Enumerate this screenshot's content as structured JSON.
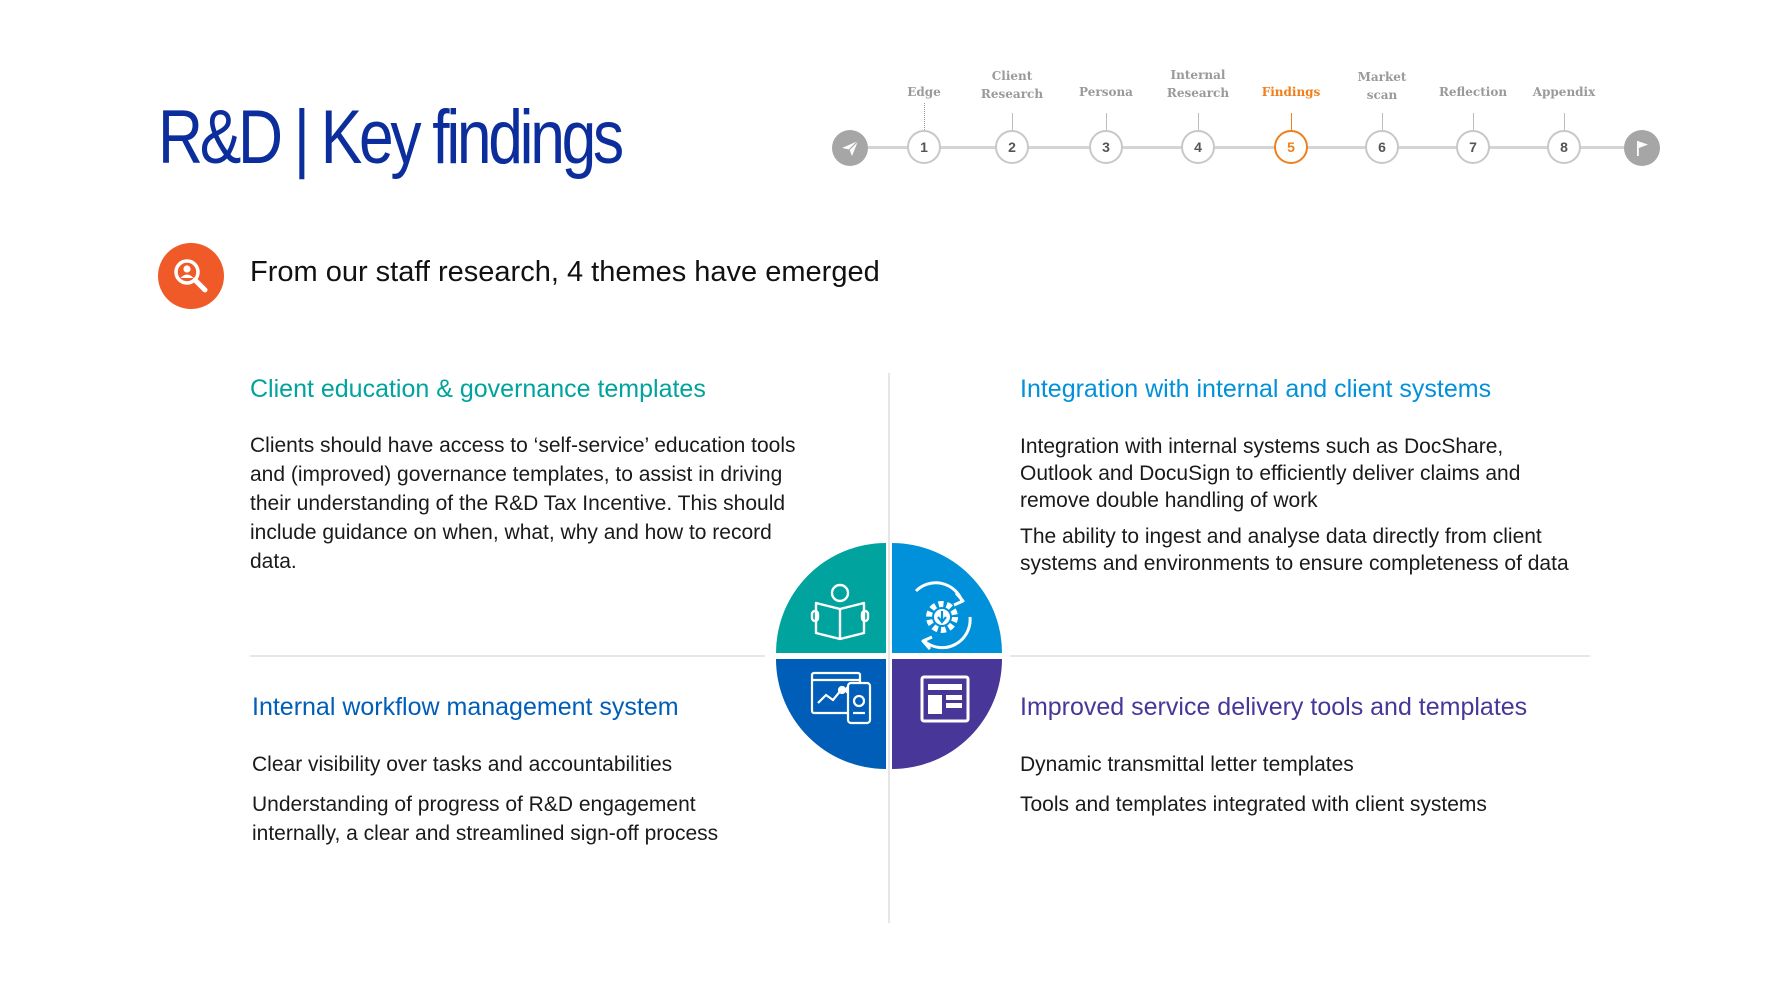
{
  "page": {
    "title": "R&D | Key findings",
    "subtitle": "From our staff research, 4 themes have emerged"
  },
  "tracker": {
    "start_icon": "paper-plane-icon",
    "end_icon": "flag-icon",
    "active_color": "#f07f1d",
    "steps": [
      {
        "number": "1",
        "label": "Edge",
        "active": false
      },
      {
        "number": "2",
        "label": "Client Research",
        "active": false
      },
      {
        "number": "3",
        "label": "Persona",
        "active": false
      },
      {
        "number": "4",
        "label": "Internal Research",
        "active": false
      },
      {
        "number": "5",
        "label": "Findings",
        "active": true
      },
      {
        "number": "6",
        "label": "Market scan",
        "active": false
      },
      {
        "number": "7",
        "label": "Reflection",
        "active": false
      },
      {
        "number": "8",
        "label": "Appendix",
        "active": false
      }
    ]
  },
  "themes": {
    "top_left": {
      "title": "Client education & governance templates",
      "color": "#00a39d",
      "paragraphs": [
        "Clients should have access to ‘self-service’ education tools and (improved) governance templates, to assist in driving their understanding of the R&D Tax Incentive. This should include guidance on when, what, why and how to record data."
      ]
    },
    "top_right": {
      "title": "Integration with internal and client systems",
      "color": "#0091da",
      "paragraphs": [
        "Integration with internal systems such as DocShare, Outlook and DocuSign to efficiently deliver claims and remove double handling of work",
        "The ability to ingest and analyse data directly from client systems and environments to ensure completeness of data"
      ]
    },
    "bottom_left": {
      "title": "Internal workflow management system",
      "color": "#005eb8",
      "paragraphs": [
        "Clear visibility over tasks and accountabilities",
        "Understanding of progress of R&D engagement internally, a clear and streamlined sign-off process"
      ]
    },
    "bottom_right": {
      "title": "Improved service delivery tools and templates",
      "color": "#483698",
      "paragraphs": [
        "Dynamic transmittal letter templates",
        "Tools and templates integrated with client systems"
      ]
    }
  },
  "icons": {
    "header": "search-user-icon",
    "top_left": "reading-person-icon",
    "top_right": "gear-sync-icon",
    "bottom_left": "dashboard-devices-icon",
    "bottom_right": "template-layout-icon"
  }
}
